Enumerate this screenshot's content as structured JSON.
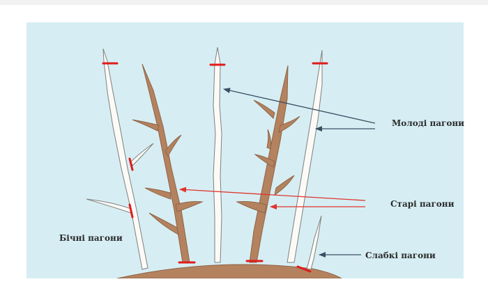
{
  "labels": {
    "young_shoots": "Молоді пагони",
    "old_shoots": "Старі пагони",
    "side_shoots": "Бічні пагони",
    "weak_shoots": "Слабкі пагони"
  },
  "colors": {
    "background": "#d6eef3",
    "ground": "#b4825f",
    "old_shoot": "#b4825f",
    "young_shoot": "#fbfaf6",
    "cut_mark": "#e01b1b",
    "arrow_dark": "#3b4f63",
    "arrow_red": "#e0342f"
  }
}
